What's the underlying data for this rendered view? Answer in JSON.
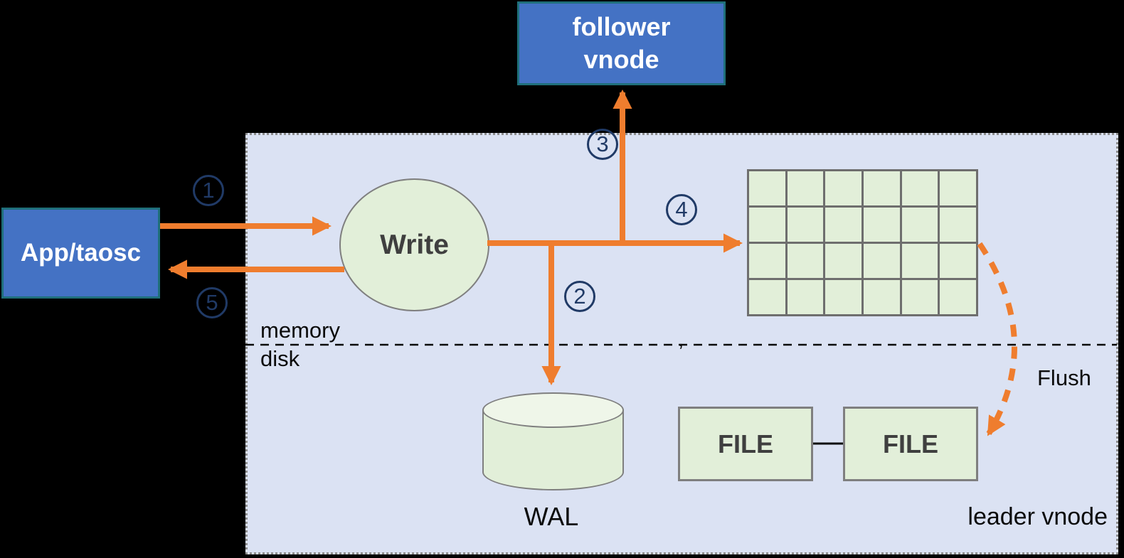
{
  "colors": {
    "background": "#000000",
    "panel-fill": "#dbe2f3",
    "panel-border": "#8c8c8c",
    "blue-fill": "#4472c4",
    "blue-border": "#1f6f7a",
    "green-fill": "#e2efd9",
    "green-fill-light": "#eff6e9",
    "green-border": "#7f7f7f",
    "grid-line": "#6e6e6e",
    "arrow-orange": "#ef7d2e",
    "step-navy": "#203a66",
    "text-dark": "#3f3f3f",
    "text-black": "#0a0a0a",
    "text-white": "#ffffff"
  },
  "nodes": {
    "follower_vnode": {
      "label": "follower\nvnode"
    },
    "app_taosc": {
      "label": "App/taosc"
    },
    "write": {
      "label": "Write"
    },
    "wal": {
      "label": "WAL"
    },
    "file_left": {
      "label": "FILE"
    },
    "file_right": {
      "label": "FILE"
    }
  },
  "regions": {
    "memory": "memory",
    "disk": "disk",
    "leader_vnode": "leader vnode"
  },
  "annotations": {
    "flush": "Flush",
    "divider_mark": ","
  },
  "steps": [
    {
      "number": "1"
    },
    {
      "number": "2"
    },
    {
      "number": "3"
    },
    {
      "number": "4"
    },
    {
      "number": "5"
    }
  ],
  "memtable_grid": {
    "rows": 4,
    "cols": 6
  }
}
